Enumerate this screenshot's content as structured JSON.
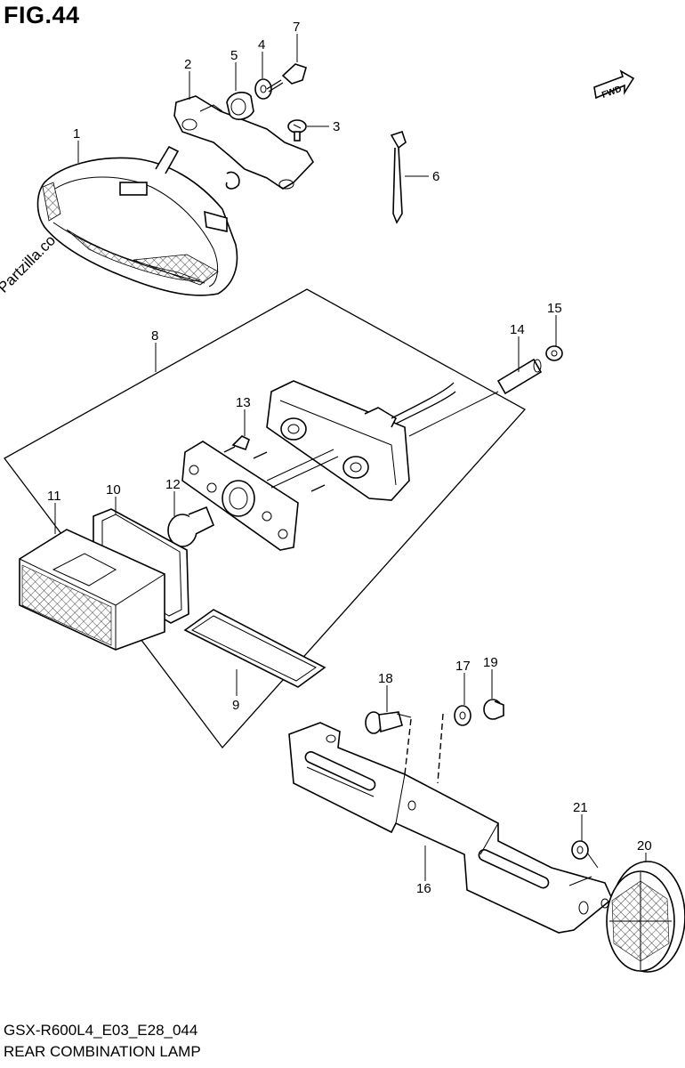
{
  "figure": {
    "title": "FIG.44",
    "caption_code": "GSX-R600L4_E03_E28_044",
    "caption_name": "REAR COMBINATION LAMP",
    "watermark": "© Partzilla.com",
    "direction_label": "FWD"
  },
  "callouts": [
    "1",
    "2",
    "3",
    "4",
    "5",
    "6",
    "7",
    "8",
    "9",
    "10",
    "11",
    "12",
    "13",
    "14",
    "15",
    "16",
    "17",
    "18",
    "19",
    "20",
    "21"
  ]
}
